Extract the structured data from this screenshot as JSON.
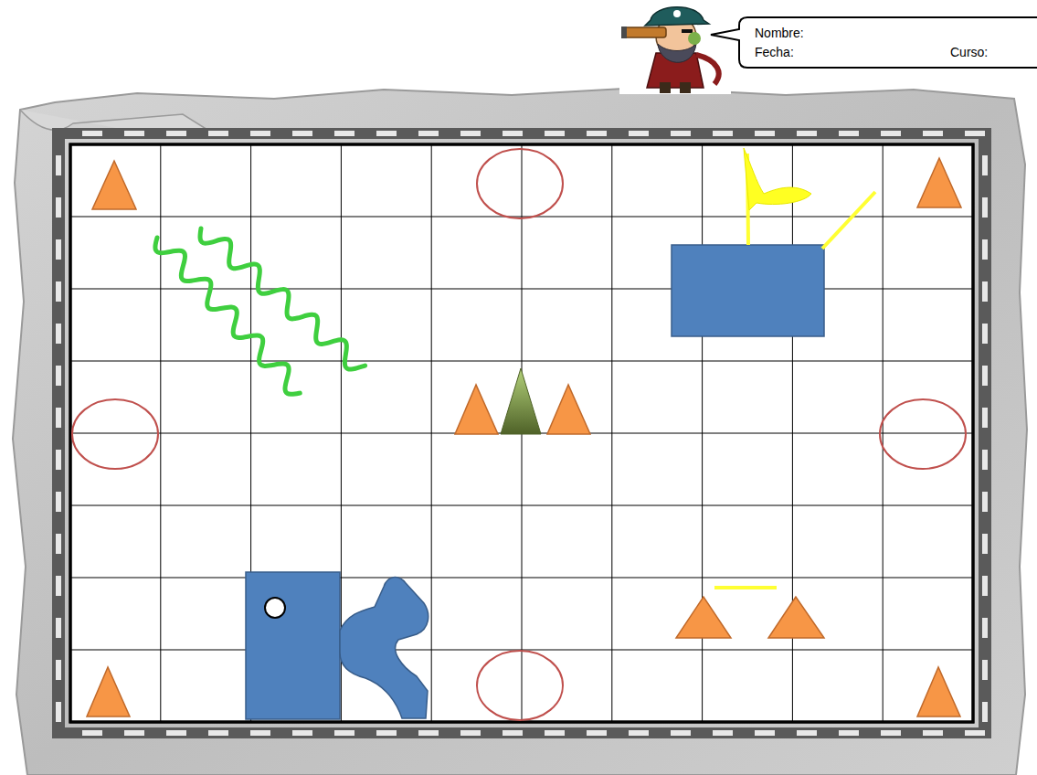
{
  "diagram": {
    "nodes": [
      {
        "text": [
          "Nombre:",
          "Fecha:",
          "Curso:"
        ]
      }
    ]
  }
}
